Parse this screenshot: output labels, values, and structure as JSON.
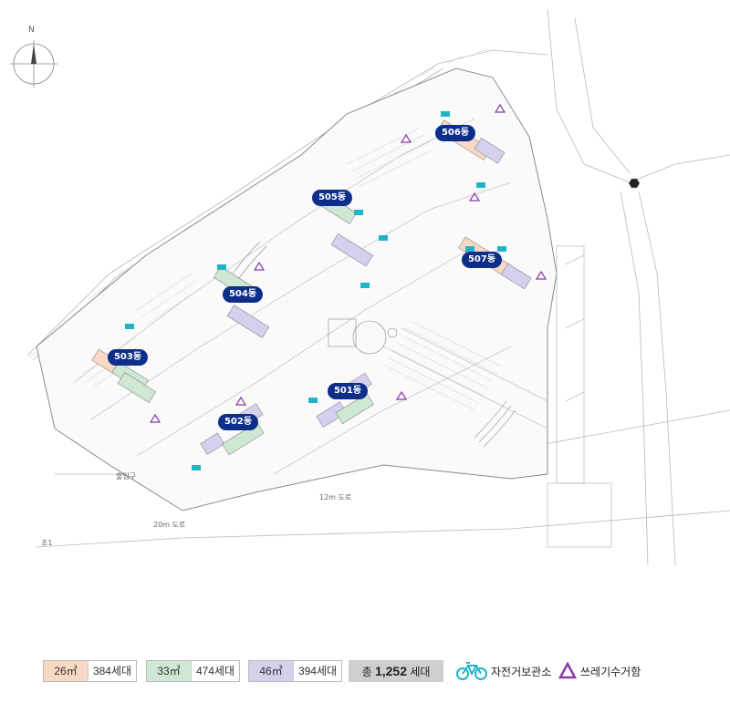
{
  "compass": {
    "label": "N"
  },
  "buildings": [
    {
      "id": "b501",
      "label": "501동"
    },
    {
      "id": "b502",
      "label": "502동"
    },
    {
      "id": "b503",
      "label": "503동"
    },
    {
      "id": "b504",
      "label": "504동"
    },
    {
      "id": "b505",
      "label": "505동"
    },
    {
      "id": "b506",
      "label": "506동"
    },
    {
      "id": "b507",
      "label": "507동"
    }
  ],
  "roads": {
    "road_12m": "12m 도로",
    "road_20m": "20m 도로",
    "entrance": "출입구",
    "cho1": "초1"
  },
  "legend": {
    "units": [
      {
        "size": "26㎡",
        "count": "384세대",
        "color": "#f9d9c4"
      },
      {
        "size": "33㎡",
        "count": "474세대",
        "color": "#cfe8d3"
      },
      {
        "size": "46㎡",
        "count": "394세대",
        "color": "#d6d0ee"
      }
    ],
    "total_prefix": "총",
    "total_number": "1,252",
    "total_suffix": "세대",
    "bicycle_label": "자전거보관소",
    "recycle_label": "쓰레기수거함"
  },
  "colors": {
    "building_badge": "#0d2f8a",
    "unit_26": "#f9d9c4",
    "unit_33": "#cfe8d3",
    "unit_46": "#d6d0ee",
    "bicycle": "#1fb5c9",
    "recycle": "#8a3aa8"
  }
}
